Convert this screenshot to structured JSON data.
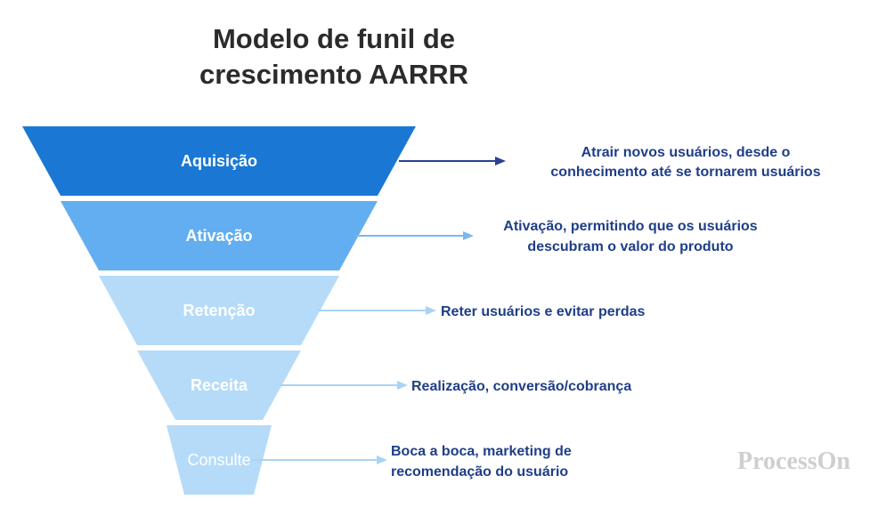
{
  "title": {
    "line1": "Modelo de funil de",
    "line2": "crescimento AARRR"
  },
  "stages": [
    {
      "label": "Aquisição",
      "description": [
        "Atrair novos usuários, desde o",
        "conhecimento até se tornarem usuários"
      ],
      "fill": "#1a78d4",
      "text_color": "#ffffff",
      "arrow_color": "#2d3f8f"
    },
    {
      "label": "Ativação",
      "description": [
        "Ativação, permitindo que os usuários",
        "descubram o valor do produto"
      ],
      "fill": "#62aef0",
      "text_color": "#ffffff",
      "arrow_color": "#7ab8ec"
    },
    {
      "label": "Retenção",
      "description": [
        "Reter usuários e evitar perdas"
      ],
      "fill": "#b5dbf9",
      "text_color": "#ffffff",
      "arrow_color": "#a9d3f5"
    },
    {
      "label": "Receita",
      "description": [
        "Realização, conversão/cobrança"
      ],
      "fill": "#b5dbf9",
      "text_color": "#ffffff",
      "arrow_color": "#a9d3f5"
    },
    {
      "label": "Consulte",
      "description": [
        "Boca a boca, marketing de",
        "recomendação do usuário"
      ],
      "fill": "#b5dbf9",
      "text_color": "#ffffff",
      "arrow_color": "#a9d3f5"
    }
  ],
  "watermark": "ProcessOn"
}
